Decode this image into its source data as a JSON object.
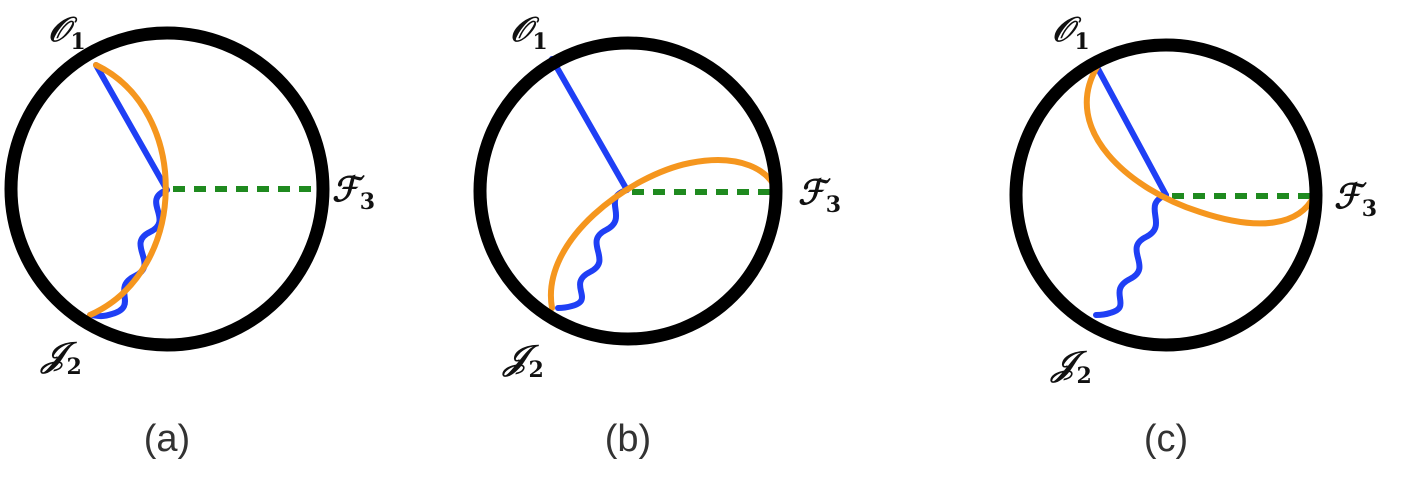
{
  "colors": {
    "boundary": "#000000",
    "solid_propagator": "#1f3ff5",
    "wavy_propagator": "#1f3ff5",
    "scalar_propagator": "#1f8a1f",
    "geodesic": "#f5961e",
    "text": "#111111",
    "caption": "#333333"
  },
  "operators": {
    "o": {
      "symbol": "𝒪",
      "index": "1"
    },
    "j": {
      "symbol": "𝒥",
      "index": "2"
    },
    "f": {
      "symbol": "ℱ",
      "index": "3"
    }
  },
  "panels": [
    {
      "caption": "(a)"
    },
    {
      "caption": "(b)"
    },
    {
      "caption": "(c)"
    }
  ]
}
